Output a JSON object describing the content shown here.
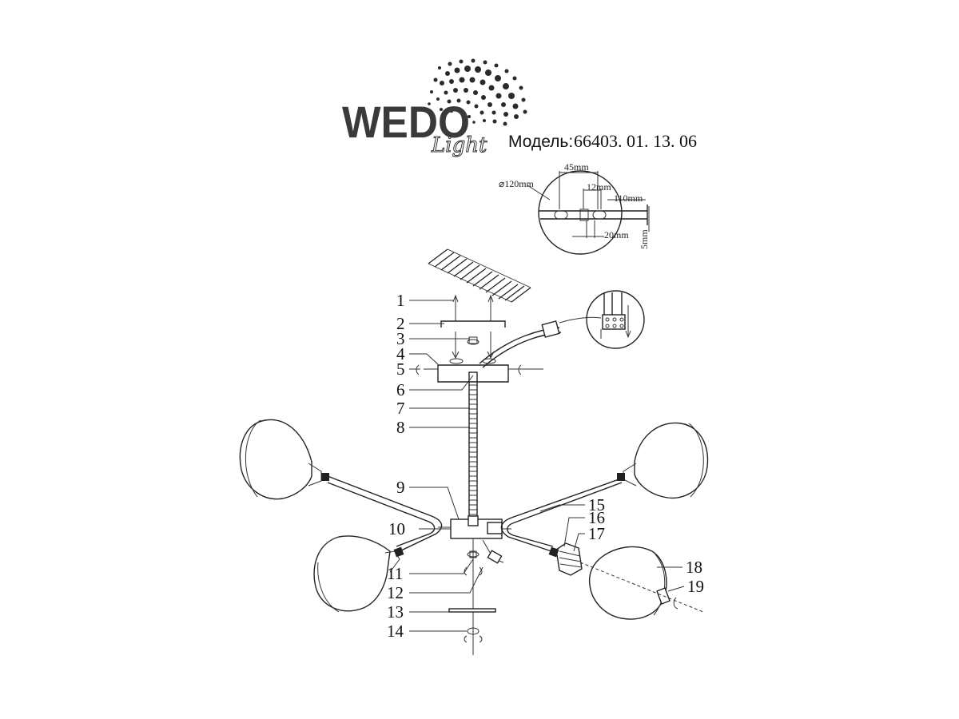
{
  "brand": {
    "logo_main": "WEDO",
    "logo_sub": "Light"
  },
  "model": {
    "label": "Модель:",
    "number": "66403. 01. 13. 06"
  },
  "dimensions": {
    "diameter": "⌀120mm",
    "width_45": "45mm",
    "width_12": "12mm",
    "width_110": "110mm",
    "width_20": "20mm",
    "height_5": "5mm"
  },
  "callouts": [
    "1",
    "2",
    "3",
    "4",
    "5",
    "6",
    "7",
    "8",
    "9",
    "10",
    "11",
    "12",
    "13",
    "14",
    "15",
    "16",
    "17",
    "18",
    "19"
  ],
  "colors": {
    "line": "#222222",
    "logo": "#3a3a3a"
  }
}
